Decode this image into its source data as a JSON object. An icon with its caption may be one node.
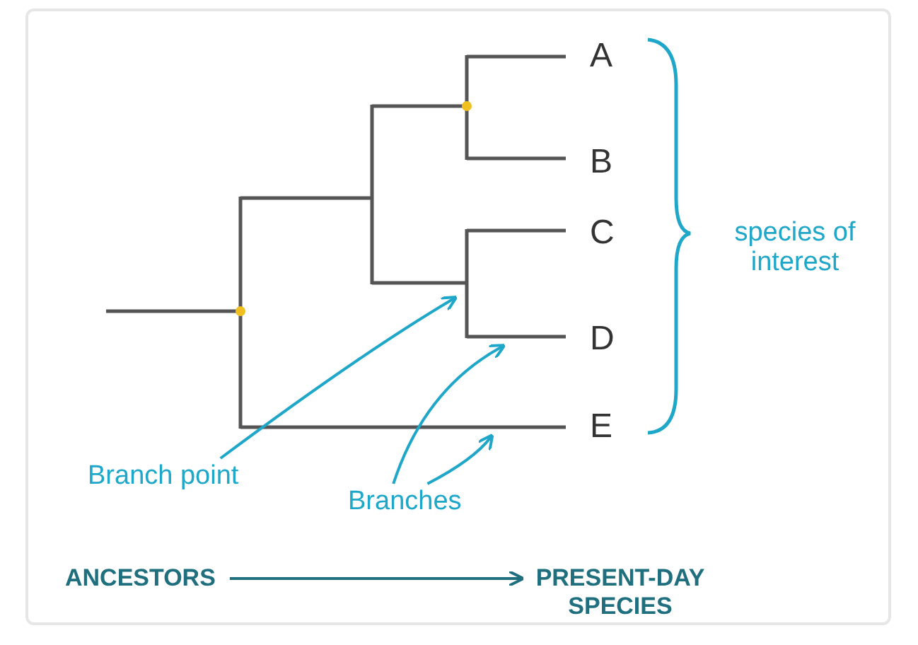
{
  "diagram": {
    "nodes": [
      {
        "text": [
          "Branch point"
        ]
      },
      {
        "text": [
          "Branches"
        ]
      },
      {
        "text": [
          "ANCESTORS"
        ]
      },
      {
        "text": [
          "PRESENT-DAY SPECIES"
        ]
      }
    ],
    "edges": [
      {
        "from": 0,
        "to": null,
        "arrow": "to"
      },
      {
        "from": 1,
        "to": null,
        "arrow": "to"
      },
      {
        "from": 1,
        "to": null,
        "arrow": "to"
      },
      {
        "from": 2,
        "to": 3,
        "arrow": "to"
      }
    ],
    "labels": [
      "A",
      "B",
      "C",
      "D",
      "E",
      "species of interest"
    ]
  }
}
